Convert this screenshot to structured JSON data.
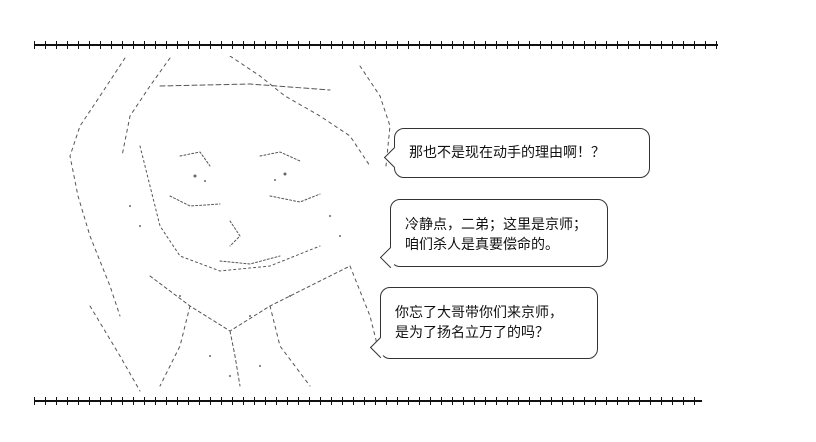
{
  "panel": {
    "bubbles": [
      {
        "lines": [
          "那也不是现在动手的理由啊！？"
        ]
      },
      {
        "lines": [
          "冷静点，二弟；这里是京师；",
          "咱们杀人是真要偿命的。"
        ]
      },
      {
        "lines": [
          "你忘了大哥带你们来京师，",
          "是为了扬名立万了的吗？"
        ]
      }
    ]
  }
}
